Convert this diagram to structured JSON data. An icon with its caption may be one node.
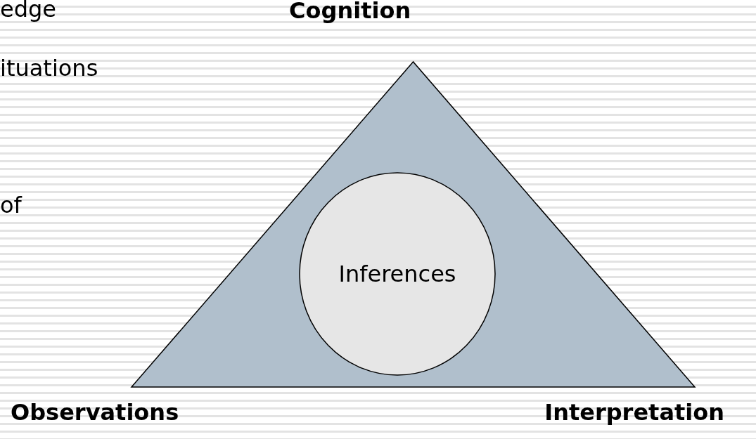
{
  "diagram": {
    "nodes": [
      {
        "text": [],
        "shape": "triangle"
      },
      {
        "text": [
          "Inferences"
        ],
        "in": 0
      }
    ],
    "labels": [
      "edge",
      "Cognition",
      "ituations",
      "of",
      "Observations",
      "Interpretation"
    ]
  }
}
